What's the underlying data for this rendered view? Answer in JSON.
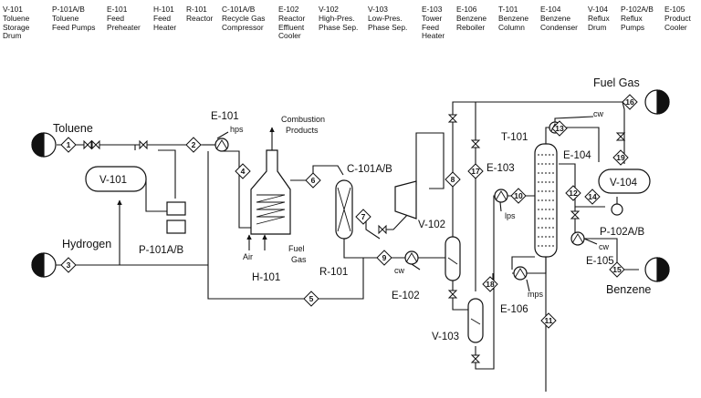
{
  "legend": [
    {
      "tag": "V-101",
      "desc": [
        "Toluene",
        "Storage",
        "Drum"
      ]
    },
    {
      "tag": "P-101A/B",
      "desc": [
        "Toluene",
        "Feed Pumps"
      ]
    },
    {
      "tag": "E-101",
      "desc": [
        "Feed",
        "Preheater"
      ]
    },
    {
      "tag": "H-101",
      "desc": [
        "Feed",
        "Heater"
      ]
    },
    {
      "tag": "R-101",
      "desc": [
        "Reactor"
      ]
    },
    {
      "tag": "C-101A/B",
      "desc": [
        "Recycle Gas",
        "Compressor"
      ]
    },
    {
      "tag": "E-102",
      "desc": [
        "Reactor",
        "Effluent",
        "Cooler"
      ]
    },
    {
      "tag": "V-102",
      "desc": [
        "High-Pres.",
        "Phase Sep."
      ]
    },
    {
      "tag": "V-103",
      "desc": [
        "Low-Pres.",
        "Phase Sep."
      ]
    },
    {
      "tag": "E-103",
      "desc": [
        "Tower",
        "Feed",
        "Heater"
      ]
    },
    {
      "tag": "E-106",
      "desc": [
        "Benzene",
        "Reboiler"
      ]
    },
    {
      "tag": "T-101",
      "desc": [
        "Benzene",
        "Column"
      ]
    },
    {
      "tag": "E-104",
      "desc": [
        "Benzene",
        "Condenser"
      ]
    },
    {
      "tag": "V-104",
      "desc": [
        "Reflux",
        "Drum"
      ]
    },
    {
      "tag": "P-102A/B",
      "desc": [
        "Reflux",
        "Pumps"
      ]
    },
    {
      "tag": "E-105",
      "desc": [
        "Product",
        "Cooler"
      ]
    }
  ],
  "labels": {
    "toluene": "Toluene",
    "hydrogen": "Hydrogen",
    "fuel_gas_out": "Fuel Gas",
    "benzene": "Benzene",
    "v101": "V-101",
    "p101": "P-101A/B",
    "e101": "E-101",
    "hps": "hps",
    "combustion_1": "Combustion",
    "combustion_2": "Products",
    "h101": "H-101",
    "air": "Air",
    "fuel_1": "Fuel",
    "fuel_2": "Gas",
    "c101": "C-101A/B",
    "r101": "R-101",
    "e102": "E-102",
    "cw_e102": "cw",
    "v102": "V-102",
    "v103": "V-103",
    "e103": "E-103",
    "lps": "lps",
    "t101": "T-101",
    "e104": "E-104",
    "cw_e104": "cw",
    "v104": "V-104",
    "p102": "P-102A/B",
    "e105": "E-105",
    "cw_e105": "cw",
    "e106": "E-106",
    "mps": "mps"
  },
  "streams": [
    "1",
    "2",
    "3",
    "4",
    "5",
    "6",
    "7",
    "8",
    "9",
    "10",
    "11",
    "12",
    "13",
    "14",
    "15",
    "16",
    "17",
    "18",
    "19"
  ]
}
